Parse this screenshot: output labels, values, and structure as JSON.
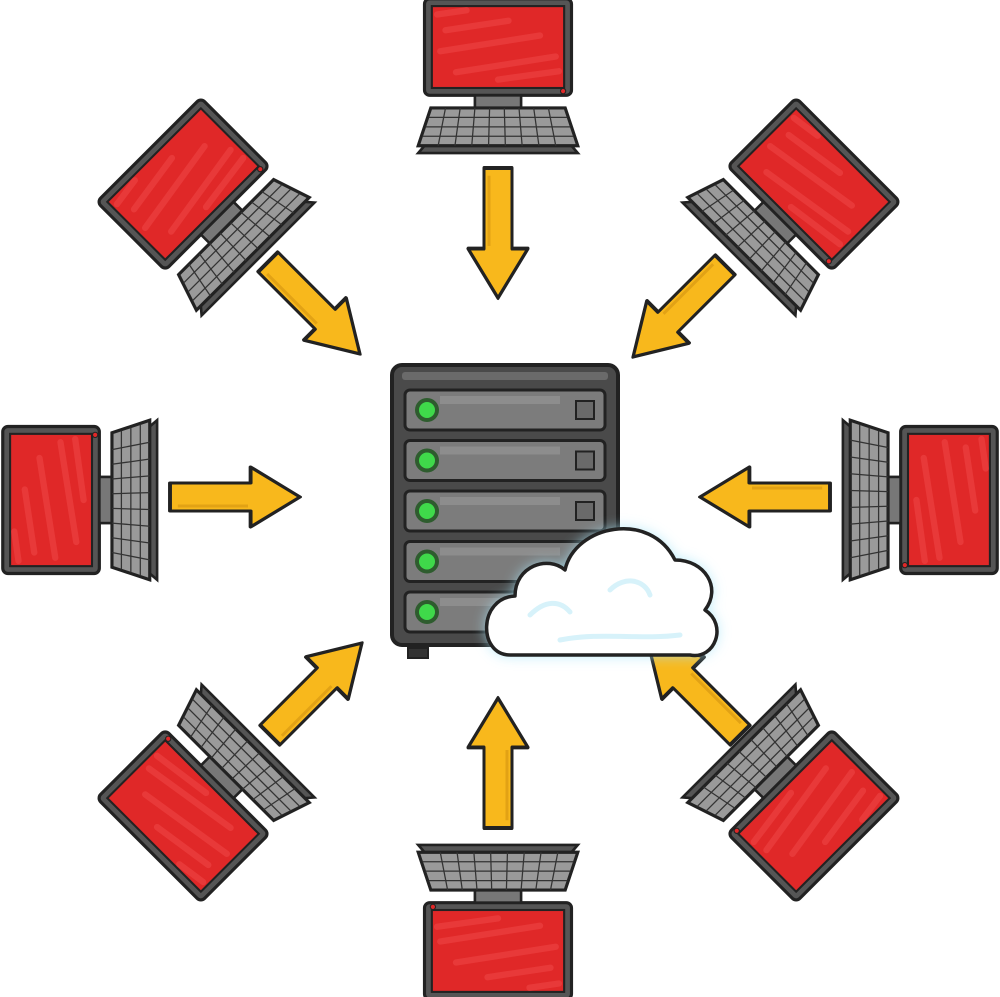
{
  "diagram": {
    "server": {
      "bays": 5,
      "led_color": "#3fd94a"
    },
    "cloud": {
      "icon": "cloud-icon"
    },
    "workstations": [
      {
        "id": "top",
        "icon": "computer-icon"
      },
      {
        "id": "top-right",
        "icon": "computer-icon"
      },
      {
        "id": "right",
        "icon": "computer-icon"
      },
      {
        "id": "bottom-right",
        "icon": "computer-icon"
      },
      {
        "id": "bottom",
        "icon": "computer-icon"
      },
      {
        "id": "bottom-left",
        "icon": "computer-icon"
      },
      {
        "id": "left",
        "icon": "computer-icon"
      },
      {
        "id": "top-left",
        "icon": "computer-icon"
      }
    ],
    "arrows": [
      {
        "from": "top",
        "to": "server"
      },
      {
        "from": "top-right",
        "to": "server"
      },
      {
        "from": "right",
        "to": "server"
      },
      {
        "from": "bottom-right",
        "to": "server"
      },
      {
        "from": "bottom",
        "to": "server"
      },
      {
        "from": "bottom-left",
        "to": "server"
      },
      {
        "from": "left",
        "to": "server"
      },
      {
        "from": "top-left",
        "to": "server"
      }
    ],
    "colors": {
      "screen": "#e02828",
      "screen_dark": "#b81c1c",
      "bezel": "#555555",
      "arrow": "#f8b81c",
      "outline": "#222222",
      "server_body": "#4a4a4a",
      "cloud_glow": "#a8e6f8"
    }
  }
}
